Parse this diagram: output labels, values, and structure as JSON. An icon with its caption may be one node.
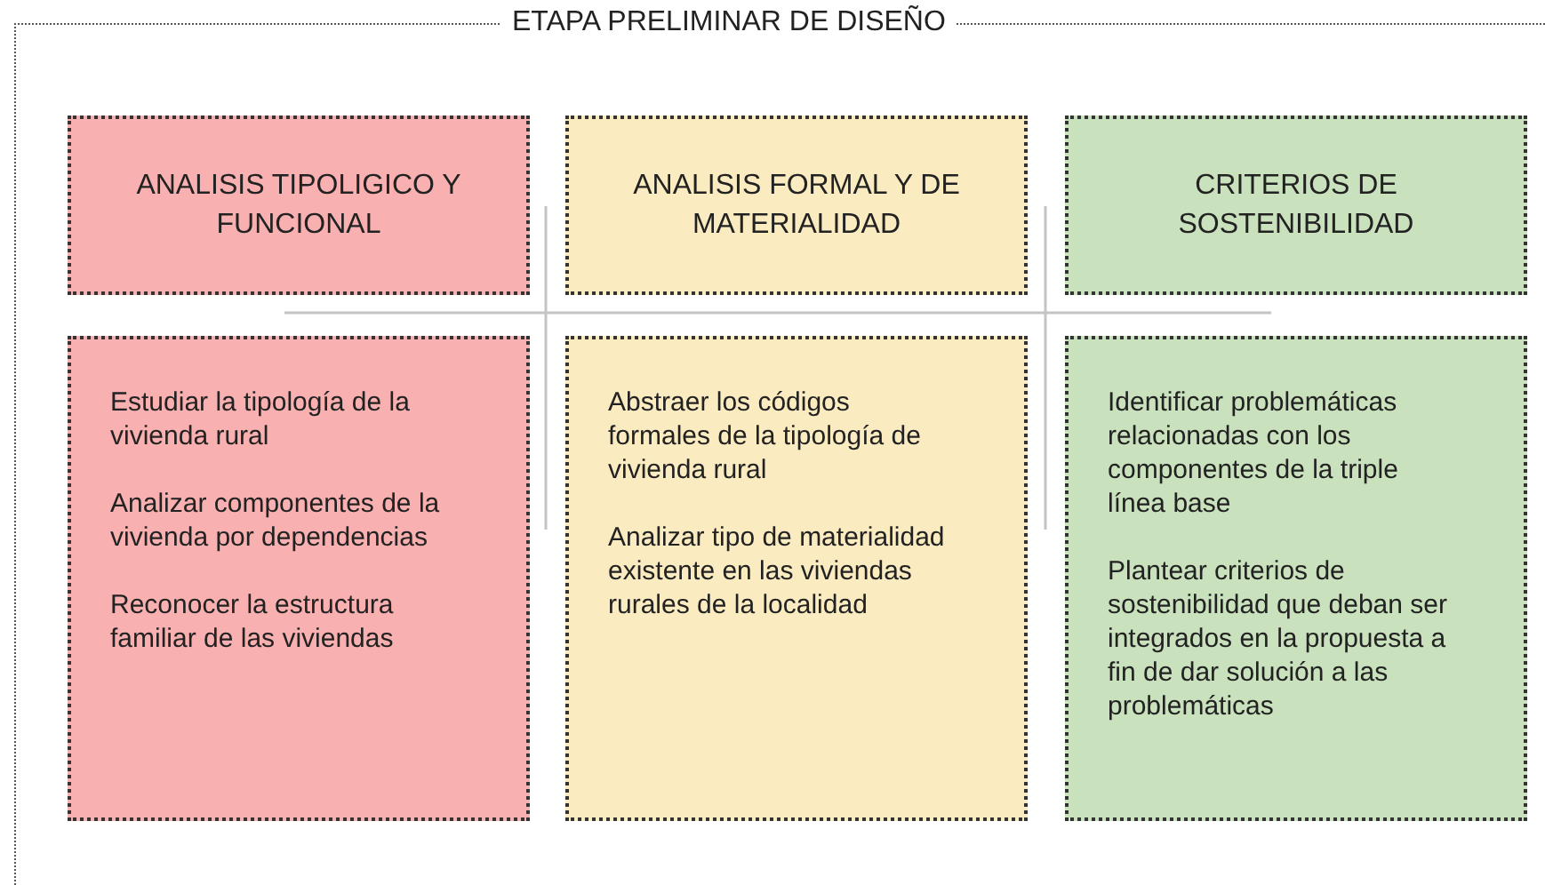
{
  "diagram": {
    "nodes": [
      {
        "text": [
          "ETAPA PRELIMINAR DE DISEÑO"
        ]
      },
      {
        "text": [
          "ANALISIS TIPOLIGICO Y FUNCIONAL"
        ],
        "in": 0
      },
      {
        "text": [
          "ANALISIS FORMAL Y DE MATERIALIDAD"
        ],
        "in": 0
      },
      {
        "text": [
          "CRITERIOS DE SOSTENIBILIDAD"
        ],
        "in": 0
      },
      {
        "text": [
          "Estudiar la tipología de la vivienda rural",
          "Analizar componentes de la vivienda por dependencias",
          "Reconocer la estructura familiar de las viviendas"
        ],
        "in": 0
      },
      {
        "text": [
          "Abstraer los códigos formales de la tipología de vivienda rural",
          "Analizar tipo de materialidad existente en las viviendas rurales de la localidad"
        ],
        "in": 0
      },
      {
        "text": [
          "Identificar problemáticas relacionadas con los componentes de la triple línea base",
          "Plantear criterios de sostenibilidad que deban ser integrados en la propuesta a fin de dar solución a las problemáticas"
        ],
        "in": 0
      }
    ]
  }
}
